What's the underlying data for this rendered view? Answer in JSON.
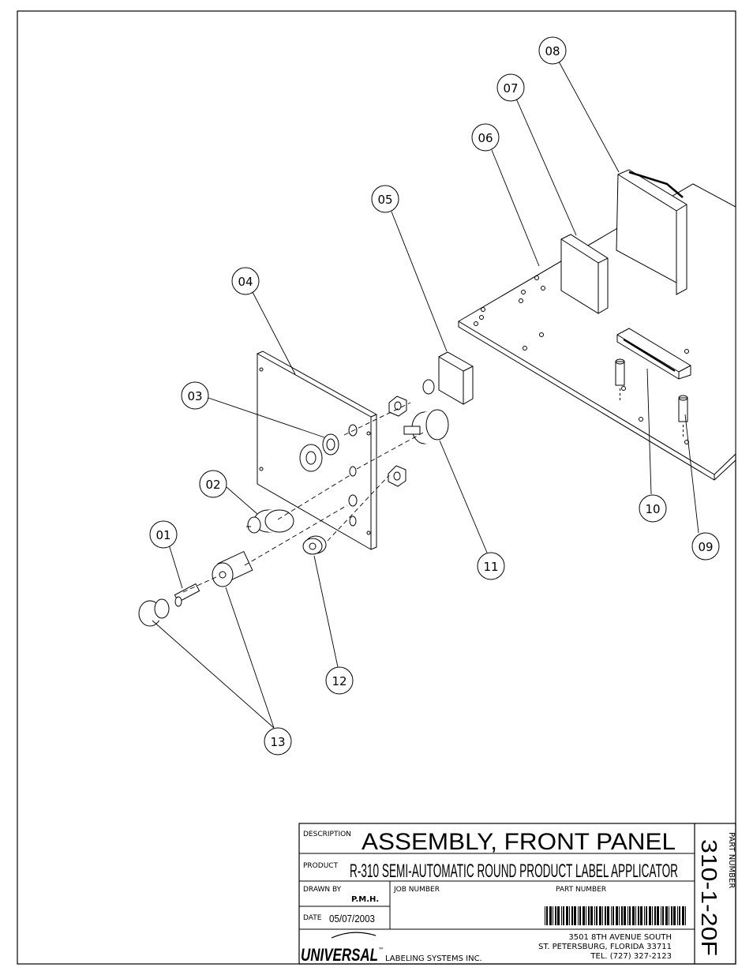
{
  "callouts": [
    {
      "label": "01"
    },
    {
      "label": "02"
    },
    {
      "label": "03"
    },
    {
      "label": "04"
    },
    {
      "label": "05"
    },
    {
      "label": "06"
    },
    {
      "label": "07"
    },
    {
      "label": "08"
    },
    {
      "label": "09"
    },
    {
      "label": "10"
    },
    {
      "label": "11"
    },
    {
      "label": "12"
    },
    {
      "label": "13"
    }
  ],
  "title_block": {
    "description_label": "DESCRIPTION",
    "description": "ASSEMBLY, FRONT PANEL",
    "product_label": "PRODUCT",
    "product": "R-310 SEMI-AUTOMATIC ROUND PRODUCT LABEL APPLICATOR",
    "drawn_by_label": "DRAWN BY",
    "drawn_by": "P.M.H.",
    "job_number_label": "JOB NUMBER",
    "part_number_label": "PART NUMBER",
    "date_label": "DATE",
    "date": "05/07/2003",
    "company_logo": "UNIVERSAL",
    "company_tm": "™",
    "company_rest": "LABELING SYSTEMS INC.",
    "address_line1": "3501 8TH AVENUE SOUTH",
    "address_line2": "ST. PETERSBURG, FLORIDA 33711",
    "address_line3": "TEL. (727) 327-2123",
    "side_part_number_label": "PART NUMBER",
    "side_part_number": "310-1-20F"
  },
  "colors": {
    "ink": "#000000",
    "paper": "#ffffff"
  }
}
